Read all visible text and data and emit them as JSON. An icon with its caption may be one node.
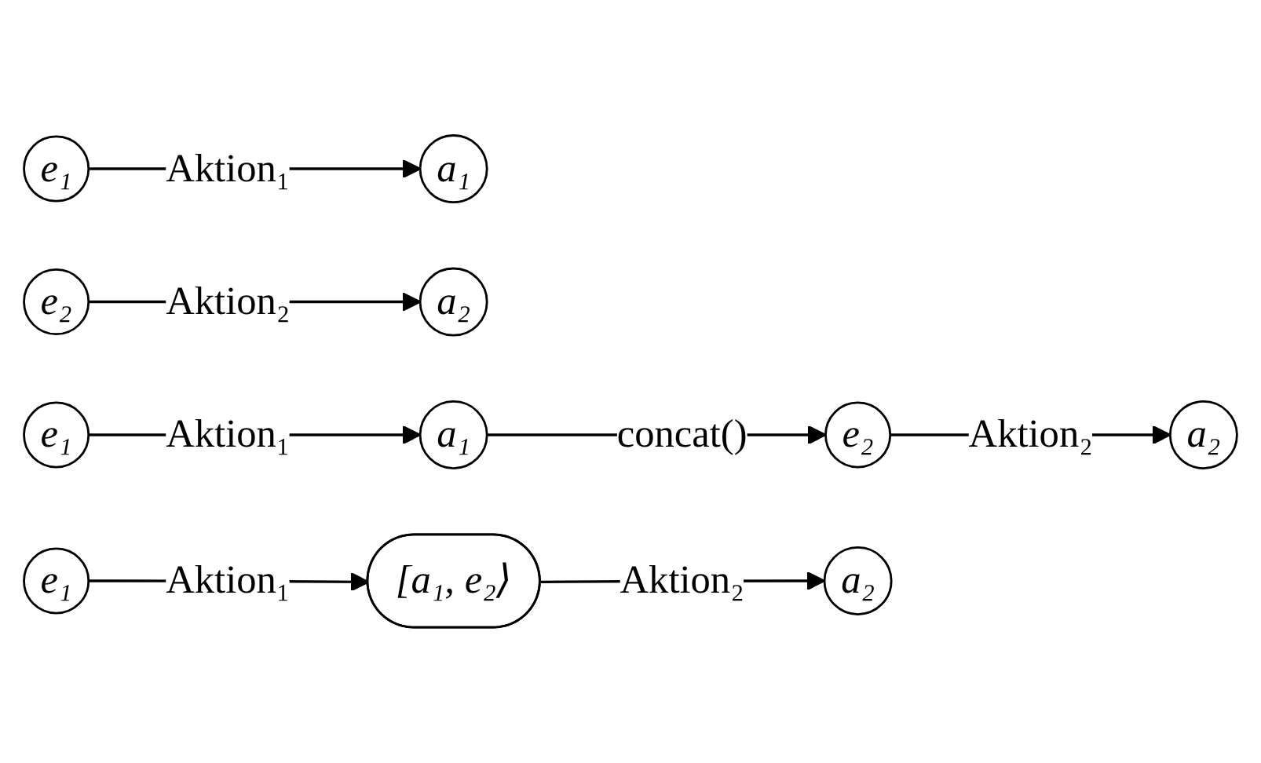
{
  "diagram": {
    "nodes": [
      {
        "text": [
          "e₁"
        ]
      },
      {
        "text": [
          "a₁"
        ]
      },
      {
        "text": [
          "e₂"
        ]
      },
      {
        "text": [
          "a₂"
        ]
      },
      {
        "text": [
          "e₁"
        ]
      },
      {
        "text": [
          "a₁"
        ]
      },
      {
        "text": [
          "e₂"
        ]
      },
      {
        "text": [
          "a₂"
        ]
      },
      {
        "text": [
          "e₁"
        ]
      },
      {
        "text": [
          "[a₁, e₂⟩"
        ]
      },
      {
        "text": [
          "a₂"
        ]
      }
    ],
    "edges": [
      {
        "from": 0,
        "to": 1,
        "arrow": "to",
        "label": "Aktion₁"
      },
      {
        "from": 2,
        "to": 3,
        "arrow": "to",
        "label": "Aktion₂"
      },
      {
        "from": 4,
        "to": 5,
        "arrow": "to",
        "label": "Aktion₁"
      },
      {
        "from": 5,
        "to": 6,
        "arrow": "to",
        "label": "concat()"
      },
      {
        "from": 6,
        "to": 7,
        "arrow": "to",
        "label": "Aktion₂"
      },
      {
        "from": 8,
        "to": 9,
        "arrow": "to",
        "label": "Aktion₁"
      },
      {
        "from": 9,
        "to": 10,
        "arrow": "to",
        "label": "Aktion₂"
      }
    ]
  }
}
